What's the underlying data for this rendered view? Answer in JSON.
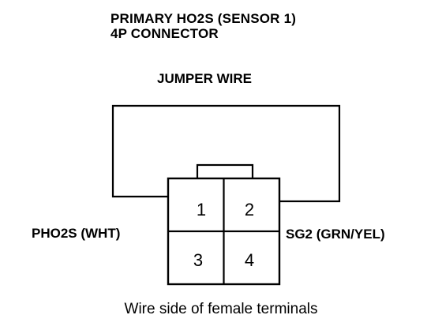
{
  "title": {
    "line1": "PRIMARY HO2S (SENSOR 1)",
    "line2": "4P CONNECTOR"
  },
  "jumper_wire_label": "JUMPER WIRE",
  "left_wire_label": "PHO2S (WHT)",
  "right_wire_label": "SG2 (GRN/YEL)",
  "caption": "Wire side of female terminals",
  "terminals": [
    {
      "number": "1"
    },
    {
      "number": "2"
    },
    {
      "number": "3"
    },
    {
      "number": "4"
    }
  ],
  "colors": {
    "ink": "#000000",
    "background": "#ffffff"
  }
}
